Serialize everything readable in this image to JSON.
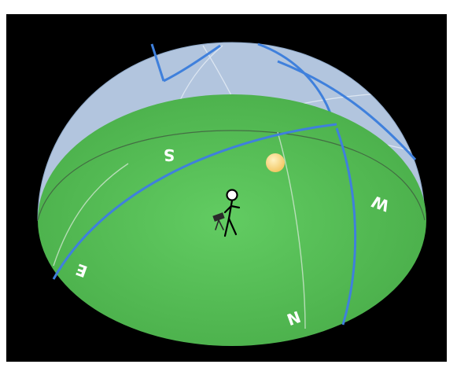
{
  "diagram": {
    "caption": "",
    "directions": {
      "south": "S",
      "west": "W",
      "east": "E",
      "north": "N"
    },
    "colors": {
      "background": "#000000",
      "ground": "#4fb54f",
      "ground_center": "#5ec85e",
      "dome": "#b4c7e0",
      "sun": "#f6d27a",
      "celestial_lines": "#3f7fdc",
      "grid_lines": "#dbe6f3",
      "label": "#ffffff"
    },
    "icons": {
      "sun": "sun-icon",
      "observer": "stick-figure-observer-icon",
      "telescope": "telescope-icon"
    }
  }
}
